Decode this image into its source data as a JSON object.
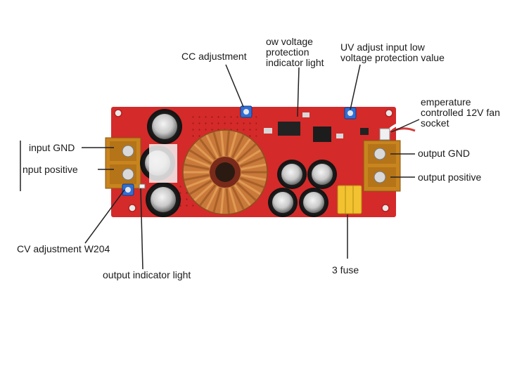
{
  "diagram": {
    "labels": {
      "cc_adjustment": "CC adjustment",
      "low_voltage_protection_light": "ow voltage\nprotection\nindicator light",
      "uv_adjust": "UV adjust input low\nvoltage protection value",
      "fan_socket": "emperature\ncontrolled 12V fan\nsocket",
      "input_gnd": "input GND",
      "input_positive": "nput positive",
      "output_gnd": "output GND",
      "output_positive": "output positive",
      "cv_adjustment": "CV adjustment W204",
      "output_indicator_light": "output indicator light",
      "fuse": "3 fuse"
    },
    "colors": {
      "pcb": "#d42a2a",
      "terminal": "#c8841e",
      "trimpot": "#2f6fd6",
      "capacitor": "#1c1c1c",
      "copper": "#c97a3a",
      "fuse": "#f2c230",
      "leader": "#222222"
    }
  }
}
